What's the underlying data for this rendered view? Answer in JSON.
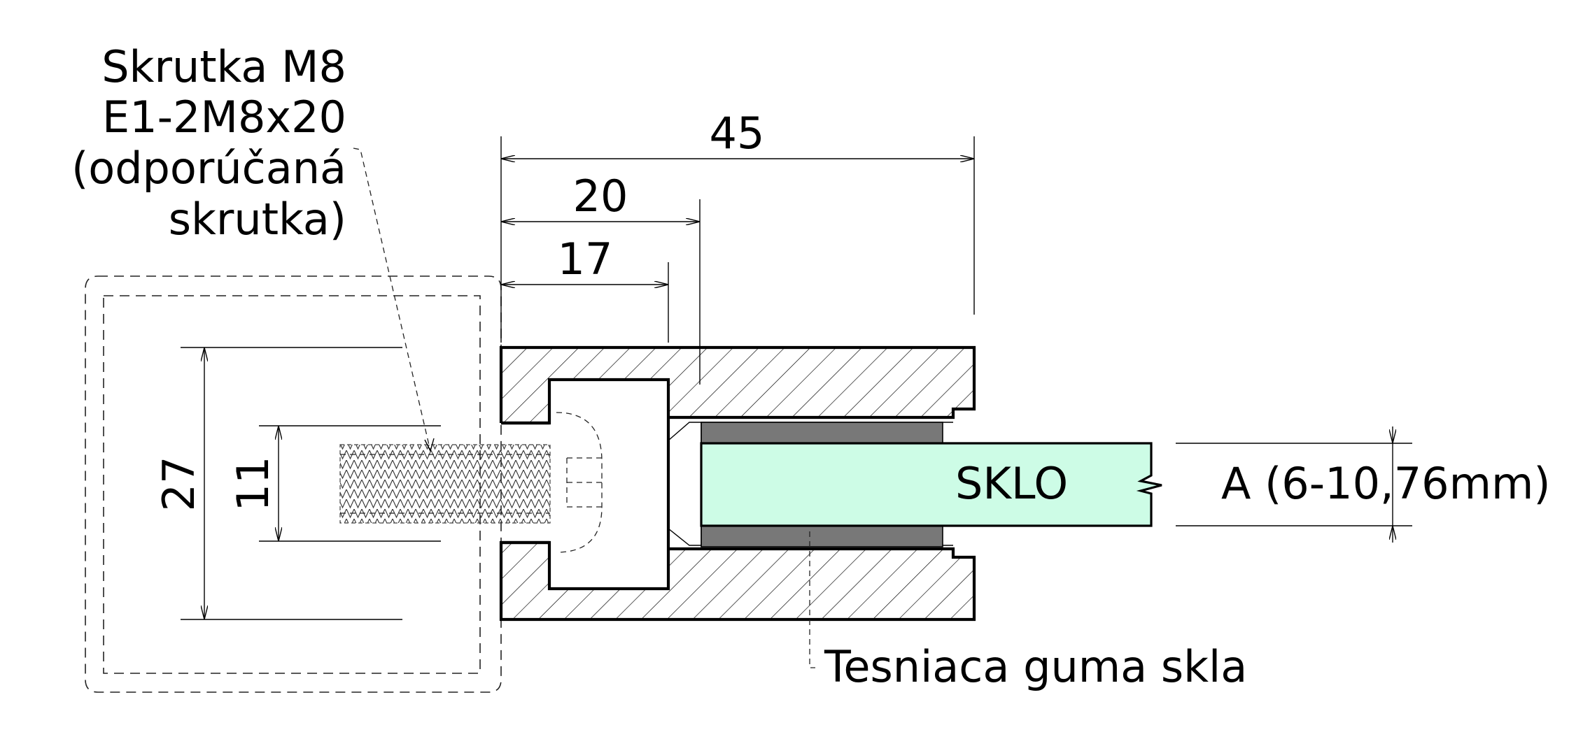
{
  "labels": {
    "screw_line1": "Skrutka M8",
    "screw_line2": "E1-2M8x20",
    "screw_line3": "(odporúčaná",
    "screw_line4": "skrutka)",
    "glass": "SKLO",
    "gasket": "Tesniaca guma skla",
    "glass_thickness": "A (6-10,76mm)"
  },
  "dimensions": {
    "overall_depth": "45",
    "clamp_depth": "20",
    "screw_seat": "17",
    "body_height": "27",
    "screw_height": "11"
  },
  "colors": {
    "glass_fill": "#cdfce6",
    "gasket_fill": "#787878",
    "line": "#000000"
  }
}
